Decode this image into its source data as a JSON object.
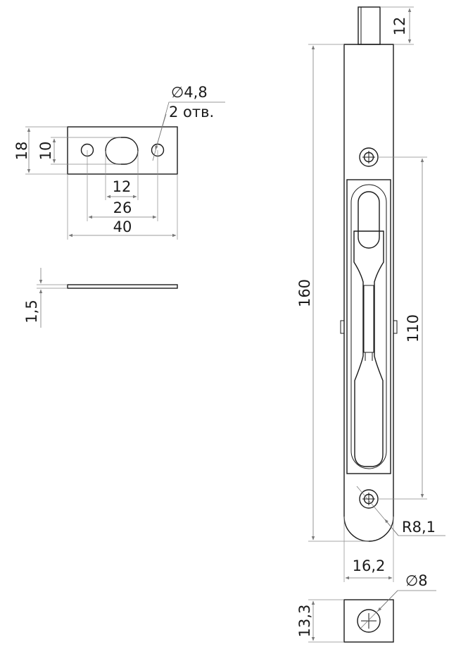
{
  "strike_plate": {
    "hole_note_diameter": "∅4,8",
    "hole_note_count": "2 отв.",
    "dim_height_total": "18",
    "dim_height_slot": "10",
    "dim_slot_width": "12",
    "dim_hole_spacing": "26",
    "dim_length": "40",
    "dim_thickness": "1,5"
  },
  "bolt": {
    "dim_pin_height": "12",
    "dim_total_length": "160",
    "dim_hole_spacing": "110",
    "dim_radius": "R8,1",
    "dim_width": "16,2"
  },
  "end_view": {
    "dim_pin_diameter": "∅8",
    "dim_height": "13,3"
  }
}
